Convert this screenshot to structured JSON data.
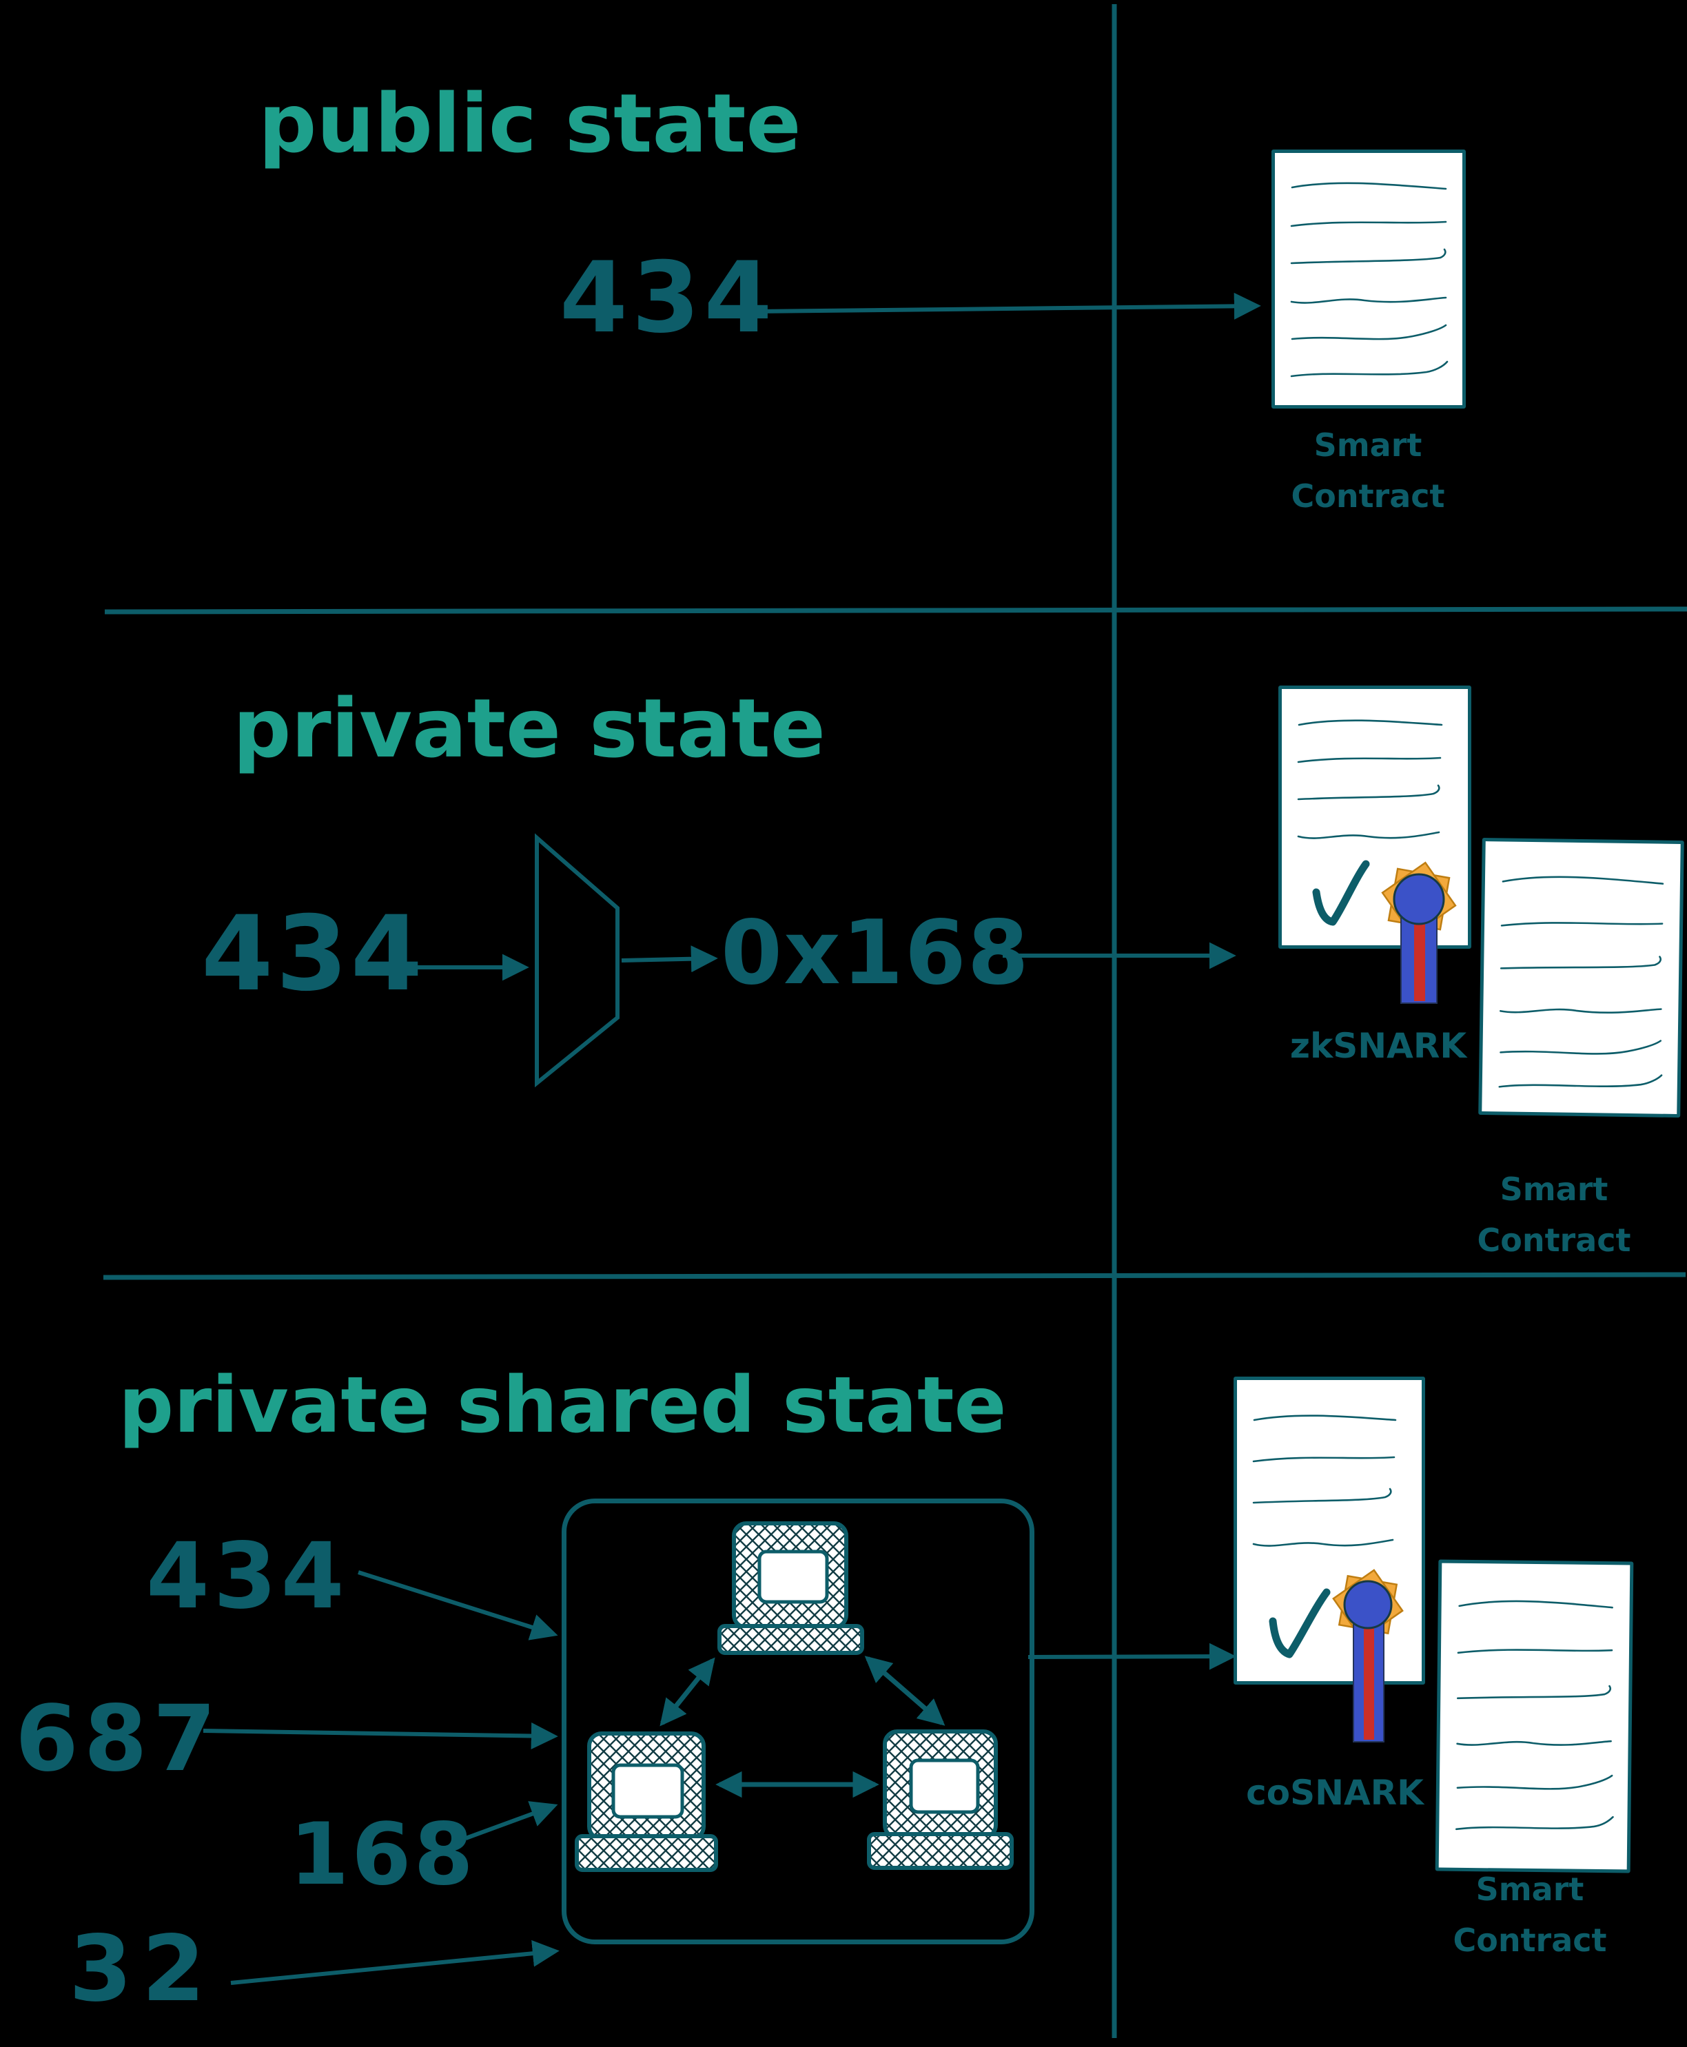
{
  "palette": {
    "heading": "#1ea08c",
    "ink": "#0d5d69",
    "paper": "#ffffff",
    "seal_blue": "#3b52c8",
    "seal_red": "#cc2f28",
    "seal_gold": "#f2a93c"
  },
  "sections": {
    "public": {
      "title": "public state",
      "value": "434",
      "doc_label": "Smart\nContract"
    },
    "private": {
      "title": "private state",
      "input": "434",
      "output": "0x168",
      "proof_label": "zkSNARK",
      "doc_label": "Smart\nContract"
    },
    "shared": {
      "title": "private shared state",
      "inputs": [
        "434",
        "687",
        "168",
        "32"
      ],
      "proof_label": "coSNARK",
      "doc_label": "Smart\nContract"
    }
  }
}
